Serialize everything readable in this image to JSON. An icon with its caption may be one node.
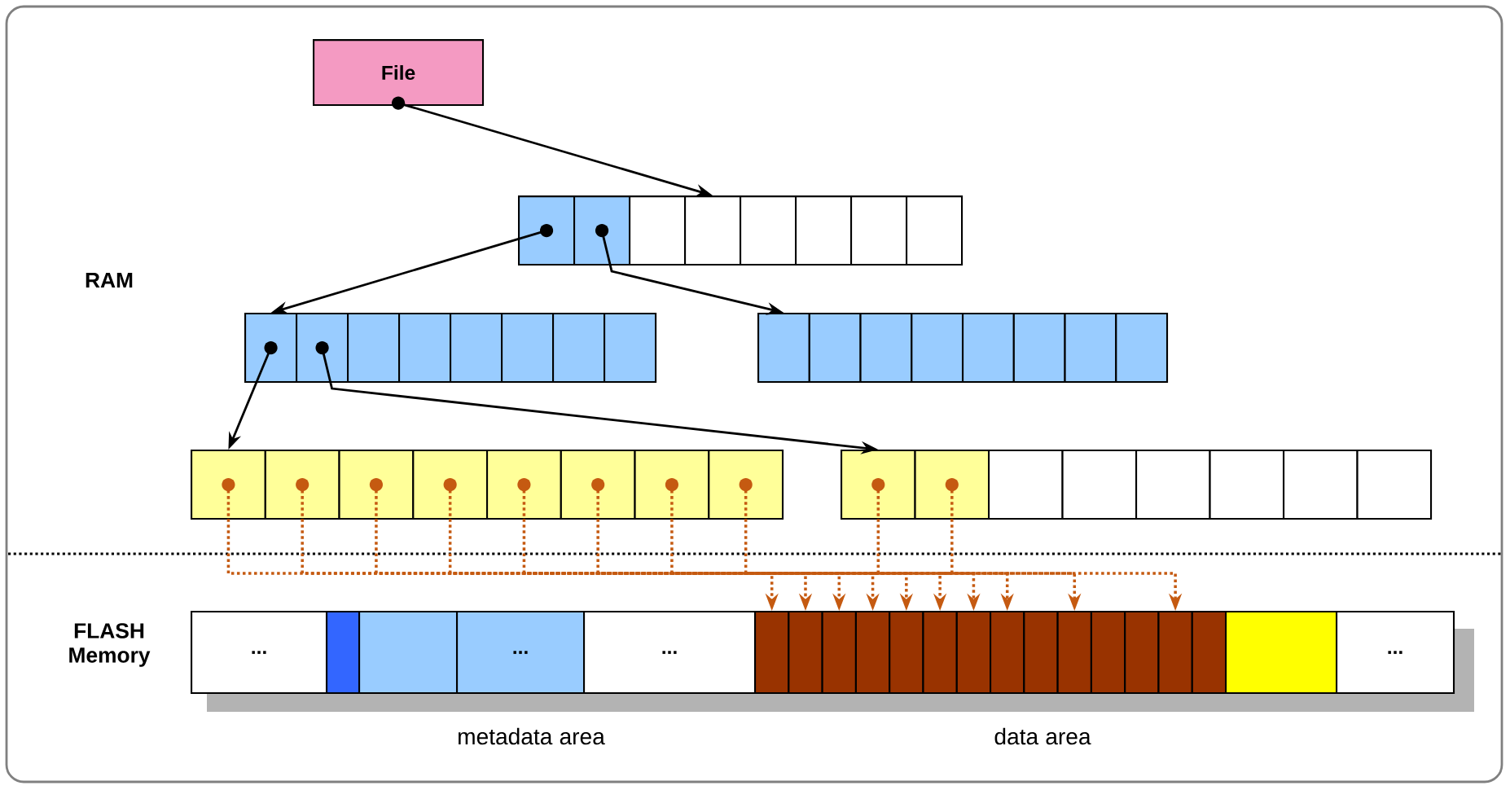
{
  "diagram": {
    "nodes": [
      {
        "text": [
          "File"
        ]
      },
      {
        "text": [],
        "shape": "box"
      },
      {
        "text": [],
        "shape": "box"
      },
      {
        "text": [],
        "shape": "box"
      },
      {
        "text": [],
        "shape": "box"
      },
      {
        "text": [],
        "shape": "box"
      },
      {
        "text": [],
        "shape": "box"
      },
      {
        "text": [],
        "shape": "box"
      },
      {
        "text": [],
        "shape": "box"
      },
      {
        "text": [],
        "shape": "box"
      },
      {
        "text": [],
        "shape": "box"
      },
      {
        "text": [],
        "shape": "box"
      },
      {
        "text": [],
        "shape": "box"
      },
      {
        "text": [],
        "shape": "box"
      },
      {
        "text": [],
        "shape": "box"
      },
      {
        "text": [],
        "shape": "box"
      },
      {
        "text": [],
        "shape": "box"
      },
      {
        "text": [],
        "shape": "box"
      },
      {
        "text": [],
        "shape": "box"
      },
      {
        "text": [],
        "shape": "box"
      },
      {
        "text": [],
        "shape": "box"
      },
      {
        "text": [],
        "shape": "box"
      },
      {
        "text": [],
        "shape": "box"
      },
      {
        "text": [],
        "shape": "box"
      },
      {
        "text": [],
        "shape": "box"
      },
      {
        "text": [],
        "shape": "box"
      },
      {
        "text": [],
        "shape": "box"
      },
      {
        "text": [],
        "shape": "box"
      },
      {
        "text": [],
        "shape": "box"
      },
      {
        "text": [],
        "shape": "box"
      },
      {
        "text": [],
        "shape": "box"
      },
      {
        "text": [],
        "shape": "box"
      },
      {
        "text": [],
        "shape": "box"
      },
      {
        "text": [],
        "shape": "box"
      },
      {
        "text": [],
        "shape": "box"
      },
      {
        "text": [],
        "shape": "box"
      },
      {
        "text": [],
        "shape": "box"
      },
      {
        "text": [],
        "shape": "box"
      },
      {
        "text": [],
        "shape": "box"
      },
      {
        "text": [],
        "shape": "box"
      },
      {
        "text": [],
        "shape": "box"
      },
      {
        "text": [
          "..."
        ]
      },
      {
        "text": [],
        "shape": "box"
      },
      {
        "text": [],
        "shape": "box"
      },
      {
        "text": [
          "..."
        ]
      },
      {
        "text": [
          "..."
        ]
      },
      {
        "text": [],
        "shape": "box"
      },
      {
        "text": [],
        "shape": "box"
      },
      {
        "text": [],
        "shape": "box"
      },
      {
        "text": [],
        "shape": "box"
      },
      {
        "text": [],
        "shape": "box"
      },
      {
        "text": [],
        "shape": "box"
      },
      {
        "text": [],
        "shape": "box"
      },
      {
        "text": [],
        "shape": "box"
      },
      {
        "text": [],
        "shape": "box"
      },
      {
        "text": [],
        "shape": "box"
      },
      {
        "text": [],
        "shape": "box"
      },
      {
        "text": [],
        "shape": "box"
      },
      {
        "text": [],
        "shape": "box"
      },
      {
        "text": [],
        "shape": "box"
      },
      {
        "text": [],
        "shape": "box"
      },
      {
        "text": [
          "..."
        ]
      }
    ],
    "edges": [
      {
        "from": 0,
        "to": 4,
        "arrow": "to",
        "color": "#000000"
      },
      {
        "from": 1,
        "to": 9,
        "arrow": "to",
        "color": "#000000"
      },
      {
        "from": 2,
        "to": 17,
        "arrow": "to",
        "color": "#000000"
      },
      {
        "from": 9,
        "to": 25,
        "arrow": "to",
        "color": "#000000"
      },
      {
        "from": 10,
        "to": 33,
        "arrow": "to",
        "color": "#000000"
      },
      {
        "from": 25,
        "to": 58,
        "arrow": "to",
        "style": "dashed",
        "color": "#c55a11"
      },
      {
        "from": 26,
        "to": 46,
        "arrow": "to",
        "style": "dashed",
        "color": "#c55a11"
      },
      {
        "from": 27,
        "to": 47,
        "arrow": "to",
        "style": "dashed",
        "color": "#c55a11"
      },
      {
        "from": 28,
        "to": 48,
        "arrow": "to",
        "style": "dashed",
        "color": "#c55a11"
      },
      {
        "from": 29,
        "to": 50,
        "arrow": "to",
        "style": "dashed",
        "color": "#c55a11"
      },
      {
        "from": 30,
        "to": 52,
        "arrow": "to",
        "style": "dashed",
        "color": "#c55a11"
      },
      {
        "from": 31,
        "to": 53,
        "arrow": "to",
        "style": "dashed",
        "color": "#c55a11"
      },
      {
        "from": 32,
        "to": 55,
        "arrow": "to",
        "style": "dashed",
        "color": "#c55a11"
      },
      {
        "from": 33,
        "to": 49,
        "arrow": "to",
        "style": "dashed",
        "color": "#c55a11"
      },
      {
        "from": 34,
        "to": 51,
        "arrow": "to",
        "style": "dashed",
        "color": "#c55a11"
      }
    ],
    "labels": [
      "RAM",
      "FLASH Memory",
      "metadata area",
      "data area"
    ]
  }
}
